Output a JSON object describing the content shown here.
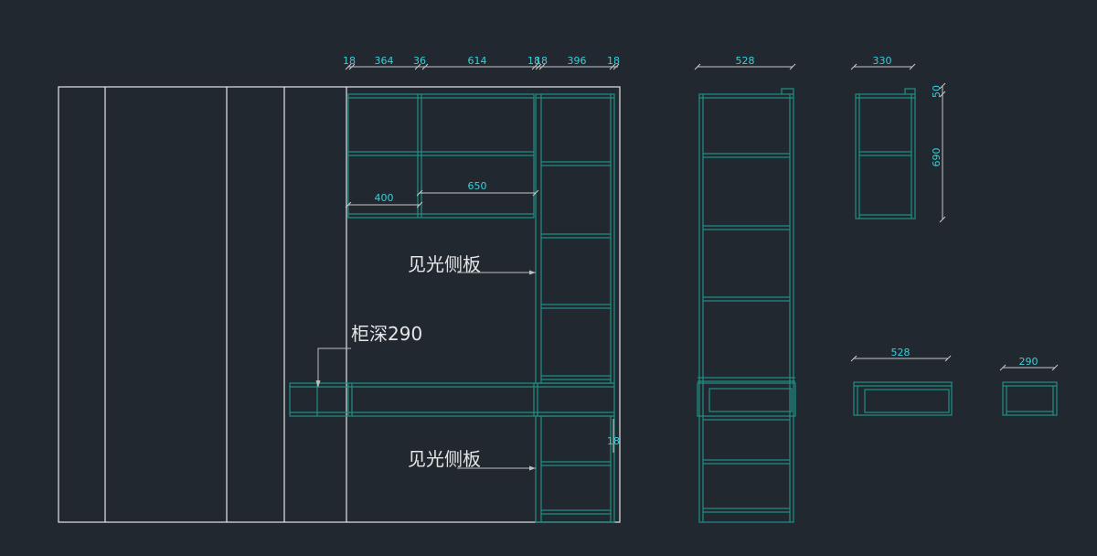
{
  "colors": {
    "background": "#212830",
    "outline": "#e6e6e6",
    "cabinet": "#1f8f83",
    "dimension": "#38d0d8",
    "dim_line": "#c8c8c8",
    "label": "#e6e6e6",
    "leader": "#bdbdbd"
  },
  "top_dims": [
    "18",
    "364",
    "36",
    "614",
    "18",
    "18",
    "396",
    "18"
  ],
  "inner_dims": {
    "left_width": "400",
    "middle_width": "650",
    "small_gap": "18"
  },
  "labels": {
    "side_panel_upper": "见光侧板",
    "side_panel_lower": "见光侧板",
    "cabinet_depth": "柜深290"
  },
  "side_view": {
    "width": "528"
  },
  "wall_cabinet_view": {
    "width": "330",
    "top_height": "50",
    "height": "690"
  },
  "bench_plan": {
    "width": "528"
  },
  "bench_section": {
    "width": "290"
  }
}
